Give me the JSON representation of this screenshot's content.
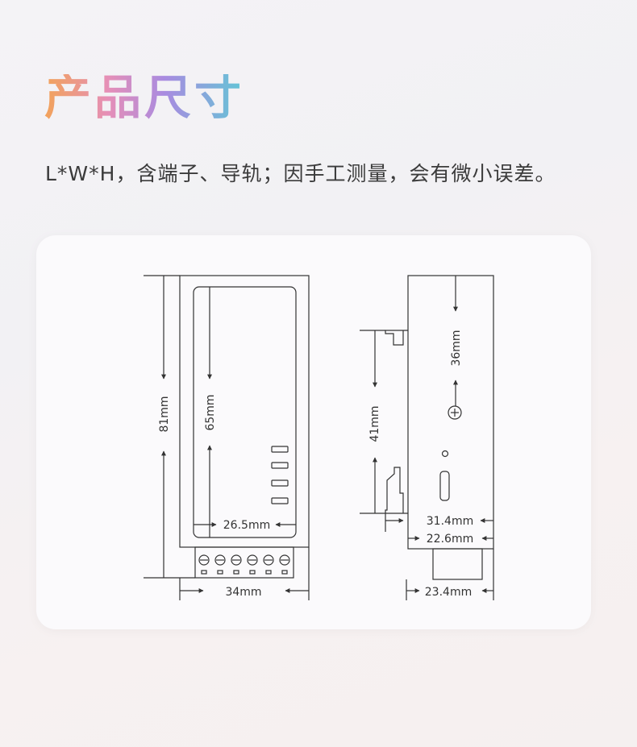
{
  "header": {
    "title": "产品尺寸",
    "subtitle": "L*W*H，含端子、导轨；因手工测量，会有微小误差。"
  },
  "diagram": {
    "front_view": {
      "dim_height_total": "81mm",
      "dim_height_inner": "65mm",
      "dim_width_inner": "26.5mm",
      "dim_width_total": "34mm"
    },
    "side_view": {
      "dim_top": "36mm",
      "dim_rail": "41mm",
      "dim_depth_total": "31.4mm",
      "dim_depth_body": "22.6mm",
      "dim_bottom": "23.4mm"
    }
  }
}
